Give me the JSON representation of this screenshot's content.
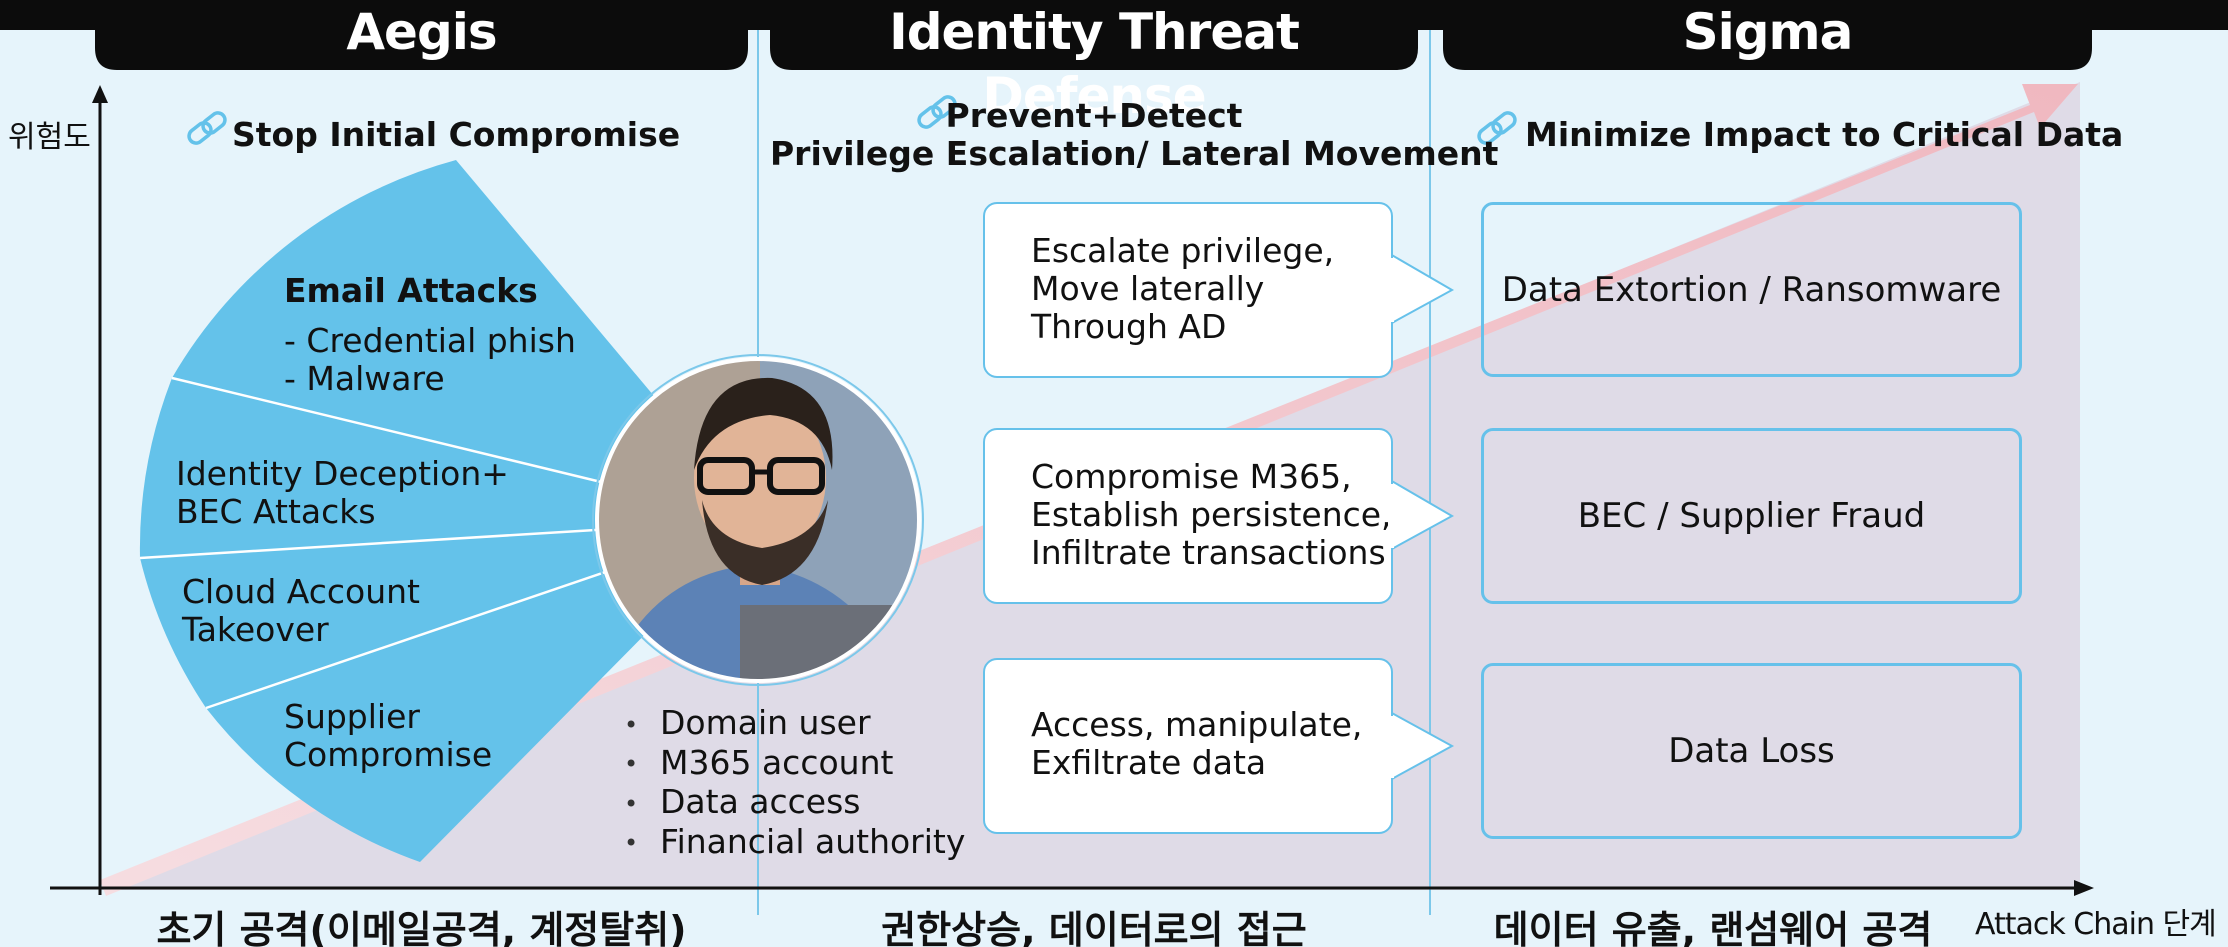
{
  "colors": {
    "background": "#e6f4fb",
    "tab": "#0c0c0c",
    "fan": "#64c2ea",
    "accent_blue": "#66c1ea",
    "arrow_pink": "#f3c9cf",
    "gray_area": "#ddd6e3"
  },
  "tabs": {
    "aegis": "Aegis",
    "itd": "Identity Threat Defense",
    "sigma": "Sigma"
  },
  "axes": {
    "y_label": "위험도",
    "x_label": "Attack Chain 단계"
  },
  "headings": {
    "aegis": "Stop Initial Compromise",
    "itd_line1": "Prevent+Detect",
    "itd_line2": "Privilege Escalation/ Lateral Movement",
    "sigma": "Minimize Impact to Critical Data",
    "icon": "chain-link-icon"
  },
  "fan": {
    "email_title": "Email Attacks",
    "email_item1": "- Credential phish",
    "email_item2": "- Malware",
    "identity_line1": "Identity Deception+",
    "identity_line2": "BEC Attacks",
    "cloud_line1": "Cloud Account",
    "cloud_line2": "Takeover",
    "supplier_line1": "Supplier",
    "supplier_line2": "Compromise"
  },
  "assets": [
    "Domain user",
    "M365 account",
    "Data access",
    "Financial authority"
  ],
  "callouts": [
    {
      "l1": "Escalate privilege,",
      "l2": "Move laterally",
      "l3": "Through AD"
    },
    {
      "l1": "Compromise M365,",
      "l2": "Establish persistence,",
      "l3": "Infiltrate transactions"
    },
    {
      "l1": "Access, manipulate,",
      "l2": "Exfiltrate data",
      "l3": ""
    }
  ],
  "outcomes": [
    "Data Extortion / Ransomware",
    "BEC / Supplier Fraud",
    "Data Loss"
  ],
  "bottom": {
    "stage1": "초기 공격(이메일공격, 계정탈취)",
    "stage2": "권한상승, 데이터로의 접근",
    "stage3": "데이터 유출, 랜섬웨어 공격"
  }
}
